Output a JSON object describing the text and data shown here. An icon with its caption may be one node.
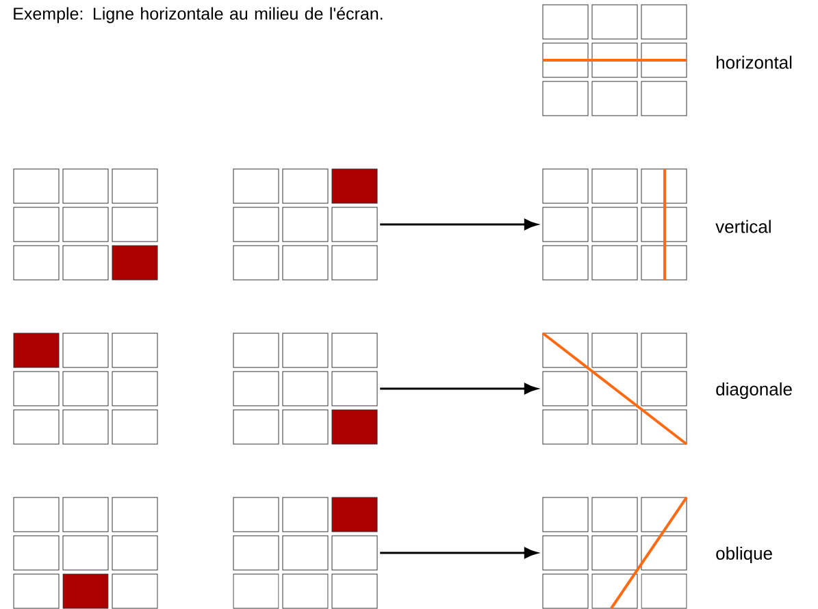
{
  "diagram": {
    "nodes": [
      {
        "text": [],
        "shape": "grid",
        "beside": [
          "horizontal"
        ]
      },
      {
        "text": [],
        "shape": "grid"
      },
      {
        "text": [],
        "shape": "grid"
      },
      {
        "text": [],
        "shape": "grid",
        "beside": [
          "vertical"
        ]
      },
      {
        "text": [],
        "shape": "grid"
      },
      {
        "text": [],
        "shape": "grid"
      },
      {
        "text": [],
        "shape": "grid",
        "beside": [
          "diagonale"
        ]
      },
      {
        "text": [],
        "shape": "grid"
      },
      {
        "text": [],
        "shape": "grid"
      },
      {
        "text": [],
        "shape": "grid",
        "beside": [
          "oblique"
        ]
      }
    ],
    "edges": [
      {
        "from": 2,
        "to": 3,
        "arrow": "to"
      },
      {
        "from": 5,
        "to": 6,
        "arrow": "to"
      },
      {
        "from": 8,
        "to": 9,
        "arrow": "to"
      }
    ],
    "labels": [
      "Exemple: Ligne horizontale au milieu de l'écran."
    ]
  }
}
